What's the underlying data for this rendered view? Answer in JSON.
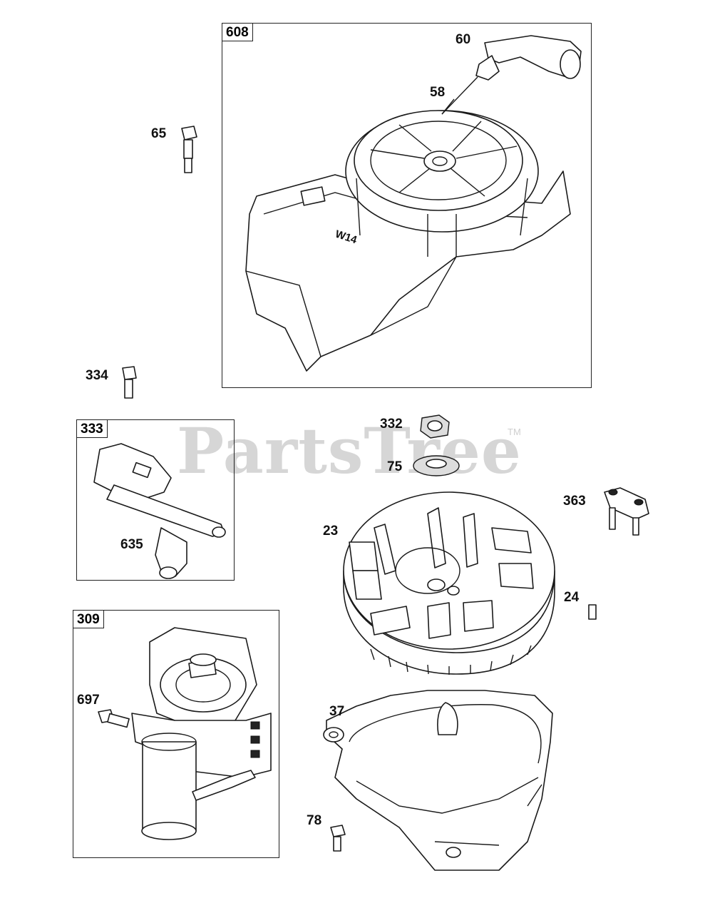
{
  "watermark": {
    "text": "PartsTree",
    "trademark": "TM"
  },
  "groups": [
    {
      "id": "608"
    },
    {
      "id": "333"
    },
    {
      "id": "309"
    }
  ],
  "labels": {
    "p60": "60",
    "p58": "58",
    "p65": "65",
    "p334": "334",
    "p332": "332",
    "p75": "75",
    "p363": "363",
    "p23": "23",
    "p635": "635",
    "p24": "24",
    "p697": "697",
    "p37": "37",
    "p78": "78"
  },
  "housing_marking": "W14"
}
